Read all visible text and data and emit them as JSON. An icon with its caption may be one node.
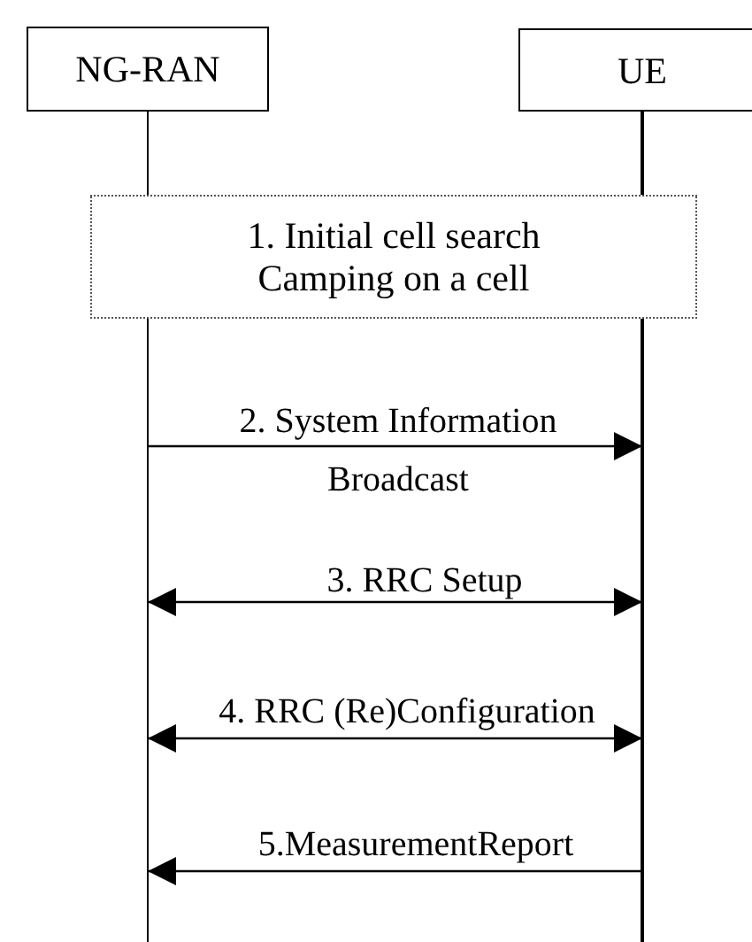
{
  "diagram": {
    "nodes": [
      {
        "text": [
          "NG-RAN"
        ]
      },
      {
        "text": [
          "UE"
        ]
      },
      {
        "text": [
          "1. Initial cell search",
          "Camping on a cell"
        ]
      }
    ],
    "edges": [
      {
        "from": 0,
        "to": 1,
        "arrow": "to",
        "label": "2. System Information Broadcast"
      },
      {
        "from": 0,
        "to": 1,
        "arrow": "both",
        "label": "3. RRC Setup"
      },
      {
        "from": 0,
        "to": 1,
        "arrow": "both",
        "label": "4. RRC (Re)Configuration"
      },
      {
        "from": 1,
        "to": 0,
        "arrow": "to",
        "label": "5.MeasurementReport"
      }
    ]
  }
}
